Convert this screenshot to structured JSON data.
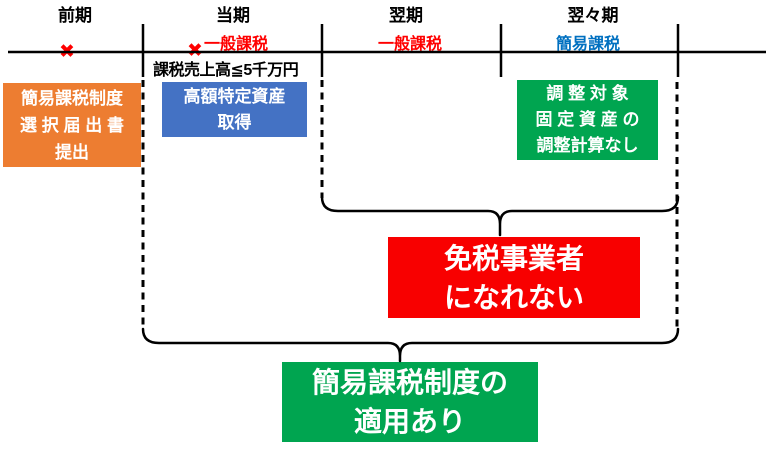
{
  "timeline": {
    "periods": [
      {
        "label": "前期"
      },
      {
        "label": "当期",
        "tax_label": "一般課税",
        "tax_color": "#FF0000"
      },
      {
        "label": "翌期",
        "tax_label": "一般課税",
        "tax_color": "#FF0000"
      },
      {
        "label": "翌々期",
        "tax_label": "簡易課税",
        "tax_color": "#0070C0"
      }
    ],
    "sales_note": "課税売上高≦5千万円",
    "x_mark_glyph": "✖",
    "x_mark_color": "#FF0000",
    "axis_color": "#000000"
  },
  "boxes": {
    "filing": {
      "lines": [
        "簡易課税制度",
        "選 択 届 出 書",
        "提出"
      ],
      "color": "#ED7D31"
    },
    "asset": {
      "lines": [
        "高額特定資産",
        "取得"
      ],
      "color": "#4472C4"
    },
    "no_adjustment": {
      "lines": [
        "調 整 対 象",
        "固 定 資 産 の",
        "調整計算なし"
      ],
      "color": "#00A550"
    },
    "cannot_be_exempt": {
      "lines": [
        "免税事業者",
        "になれない"
      ],
      "color": "#F80000"
    },
    "simplified_applies": {
      "lines": [
        "簡易課税制度の",
        "適用あり"
      ],
      "color": "#00A550"
    }
  }
}
